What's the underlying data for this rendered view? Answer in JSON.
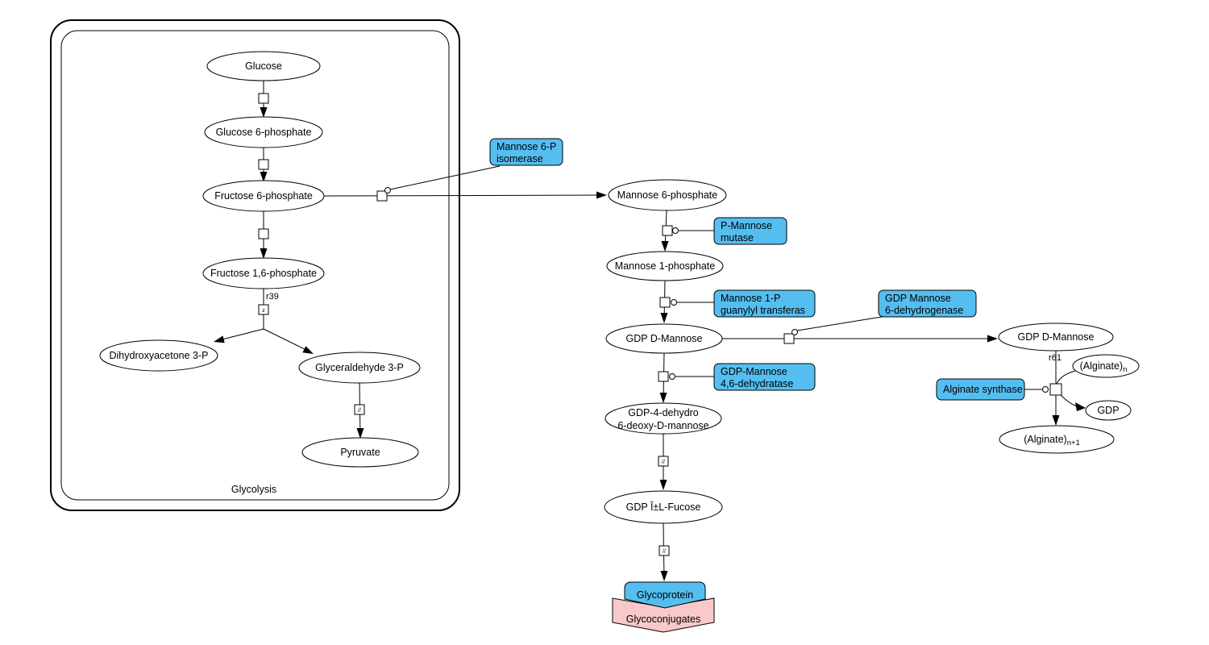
{
  "diagram": {
    "compartment": {
      "label": "Glycolysis"
    },
    "nodes": {
      "glucose": "Glucose",
      "glucose_6_phosphate": "Glucose 6-phosphate",
      "fructose_6_phosphate": "Fructose 6-phosphate",
      "fructose_16_phosphate": "Fructose 1,6-phosphate",
      "dihydroxyacetone_3p": "Dihydroxyacetone 3-P",
      "glyceraldehyde_3p": "Glyceraldehyde 3-P",
      "pyruvate": "Pyruvate",
      "mannose_6_phosphate": "Mannose 6-phosphate",
      "mannose_1_phosphate": "Mannose 1-phosphate",
      "gdp_d_mannose": "GDP D-Mannose",
      "gdp_4_dehydro_line1": "GDP-4-dehydro",
      "gdp_4_dehydro_line2": "6-deoxy-D-mannose",
      "gdp_l_fucose": "GDP Î±L-Fucose",
      "gdp_d_mannose_right": "GDP D-Mannose",
      "alginate_n_base": "(Alginate)",
      "alginate_n_sub": "n",
      "gdp": "GDP",
      "alginate_n1_base": "(Alginate)",
      "alginate_n1_sub": "n+1",
      "glycoprotein": "Glycoprotein",
      "glycoconjugates": "Glycoconjugates"
    },
    "enzymes": {
      "mannose_6p_isomerase": {
        "line1": "Mannose 6-P",
        "line2": "isomerase"
      },
      "p_mannose_mutase": {
        "line1": "P-Mannose",
        "line2": "mutase"
      },
      "mannose_1p_guanylyl_transferase": {
        "line1": "Mannose 1-P",
        "line2": "guanylyl transferas"
      },
      "gdp_mannose_6_dehydrogenase": {
        "line1": "GDP Mannose",
        "line2": "6-dehydrogenase"
      },
      "gdp_mannose_46_dehydratase": {
        "line1": "GDP-Mannose",
        "line2": "4,6-dehydratase"
      },
      "alginate_synthase": {
        "line1": "Alginate synthase"
      }
    },
    "reaction_labels": {
      "r39": "r39",
      "r61": "r61"
    },
    "reaction_glyphs": {
      "r39_box": "z",
      "pyruvate_box": "//",
      "fucose_box_1": "//",
      "fucose_box_2": "//"
    },
    "colors": {
      "enzyme_fill": "#55BEF0",
      "glycoprotein_fill": "#55BEF0",
      "glycoconjugates_fill": "#F9C9C9",
      "node_fill": "#FFFFFF",
      "stroke": "#000000"
    }
  }
}
